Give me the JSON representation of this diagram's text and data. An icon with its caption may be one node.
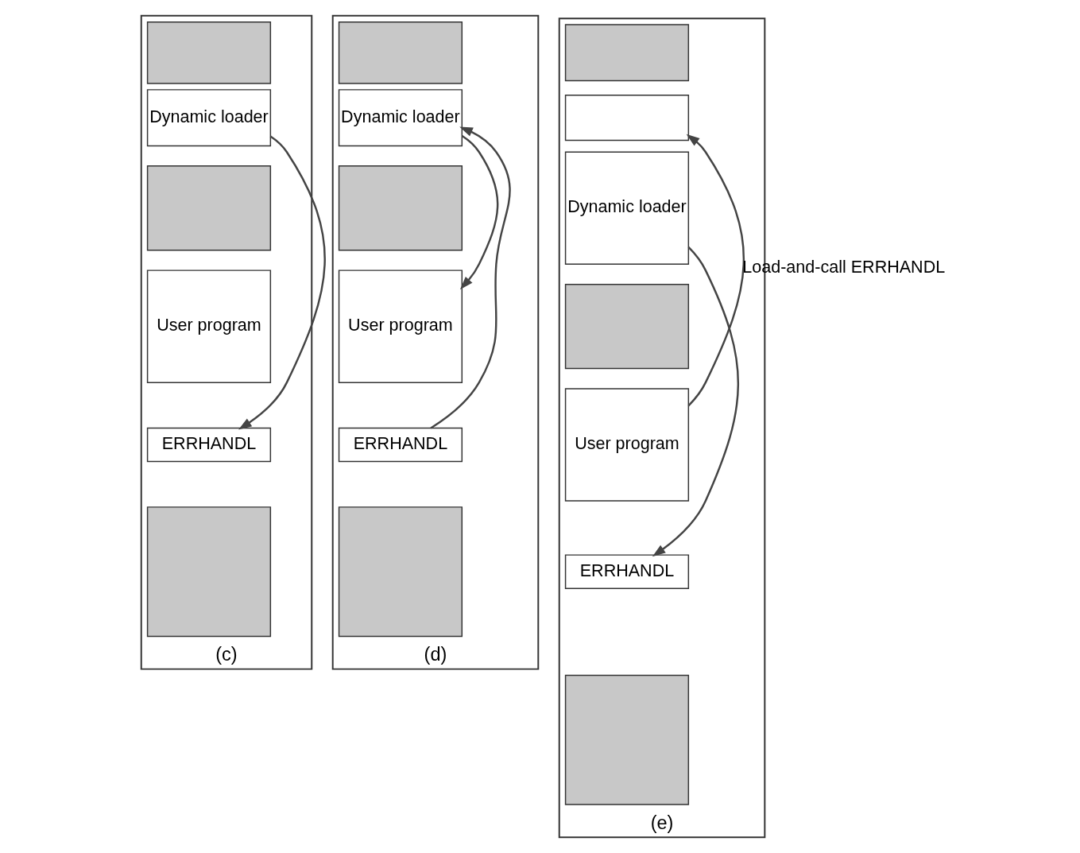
{
  "diagram": {
    "nodes": [
      {
        "text": [
          "(c)"
        ]
      },
      {
        "text": [],
        "shape": "box",
        "in": 0
      },
      {
        "text": [
          "Dynamic loader"
        ],
        "in": 0
      },
      {
        "text": [],
        "shape": "box",
        "in": 0
      },
      {
        "text": [
          "User program"
        ],
        "in": 0
      },
      {
        "text": [
          "ERRHANDL"
        ],
        "in": 0
      },
      {
        "text": [],
        "shape": "box",
        "in": 0
      },
      {
        "text": [
          "(d)"
        ]
      },
      {
        "text": [],
        "shape": "box",
        "in": 7
      },
      {
        "text": [
          "Dynamic loader"
        ],
        "in": 7
      },
      {
        "text": [],
        "shape": "box",
        "in": 7
      },
      {
        "text": [
          "User program"
        ],
        "in": 7
      },
      {
        "text": [
          "ERRHANDL"
        ],
        "in": 7
      },
      {
        "text": [],
        "shape": "box",
        "in": 7
      },
      {
        "text": [
          "(e)"
        ]
      },
      {
        "text": [],
        "shape": "box",
        "in": 14
      },
      {
        "text": [],
        "shape": "box",
        "in": 14
      },
      {
        "text": [
          "Dynamic loader"
        ],
        "in": 14
      },
      {
        "text": [],
        "shape": "box",
        "in": 14
      },
      {
        "text": [
          "User program"
        ],
        "in": 14
      },
      {
        "text": [
          "ERRHANDL"
        ],
        "in": 14
      },
      {
        "text": [],
        "shape": "box",
        "in": 14
      }
    ],
    "edges": [
      {
        "from": 2,
        "to": 5,
        "arrow": "to"
      },
      {
        "from": 12,
        "to": 9,
        "arrow": "to"
      },
      {
        "from": 9,
        "to": 11,
        "arrow": "to"
      },
      {
        "from": 17,
        "to": 20,
        "arrow": "to"
      },
      {
        "from": 19,
        "to": 16,
        "arrow": "to",
        "label": "Load-and-call ERRHANDL"
      }
    ]
  }
}
